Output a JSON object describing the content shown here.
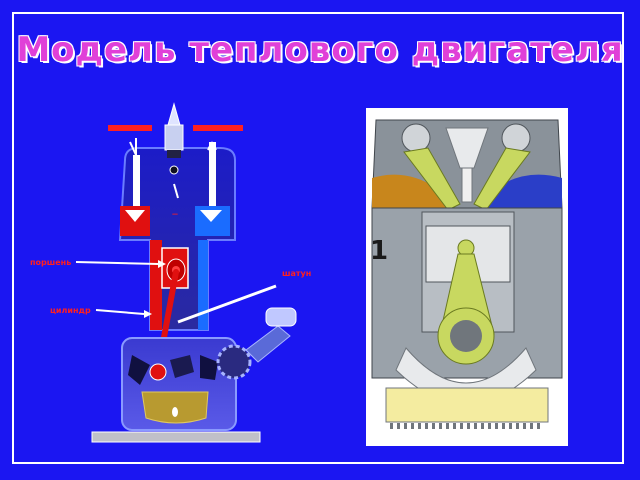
{
  "slide": {
    "title": "Модель теплового двигателя"
  },
  "schematic": {
    "labels": {
      "piston": "поршень",
      "cylinder": "цилиндр",
      "rod": "шатун"
    }
  },
  "photo": {
    "step_number": "1"
  },
  "colors": {
    "background": "#1b16f2",
    "title": "#e040d8",
    "label": "#ff2020",
    "intake": "#e01010",
    "exhaust": "#1a6cff"
  }
}
